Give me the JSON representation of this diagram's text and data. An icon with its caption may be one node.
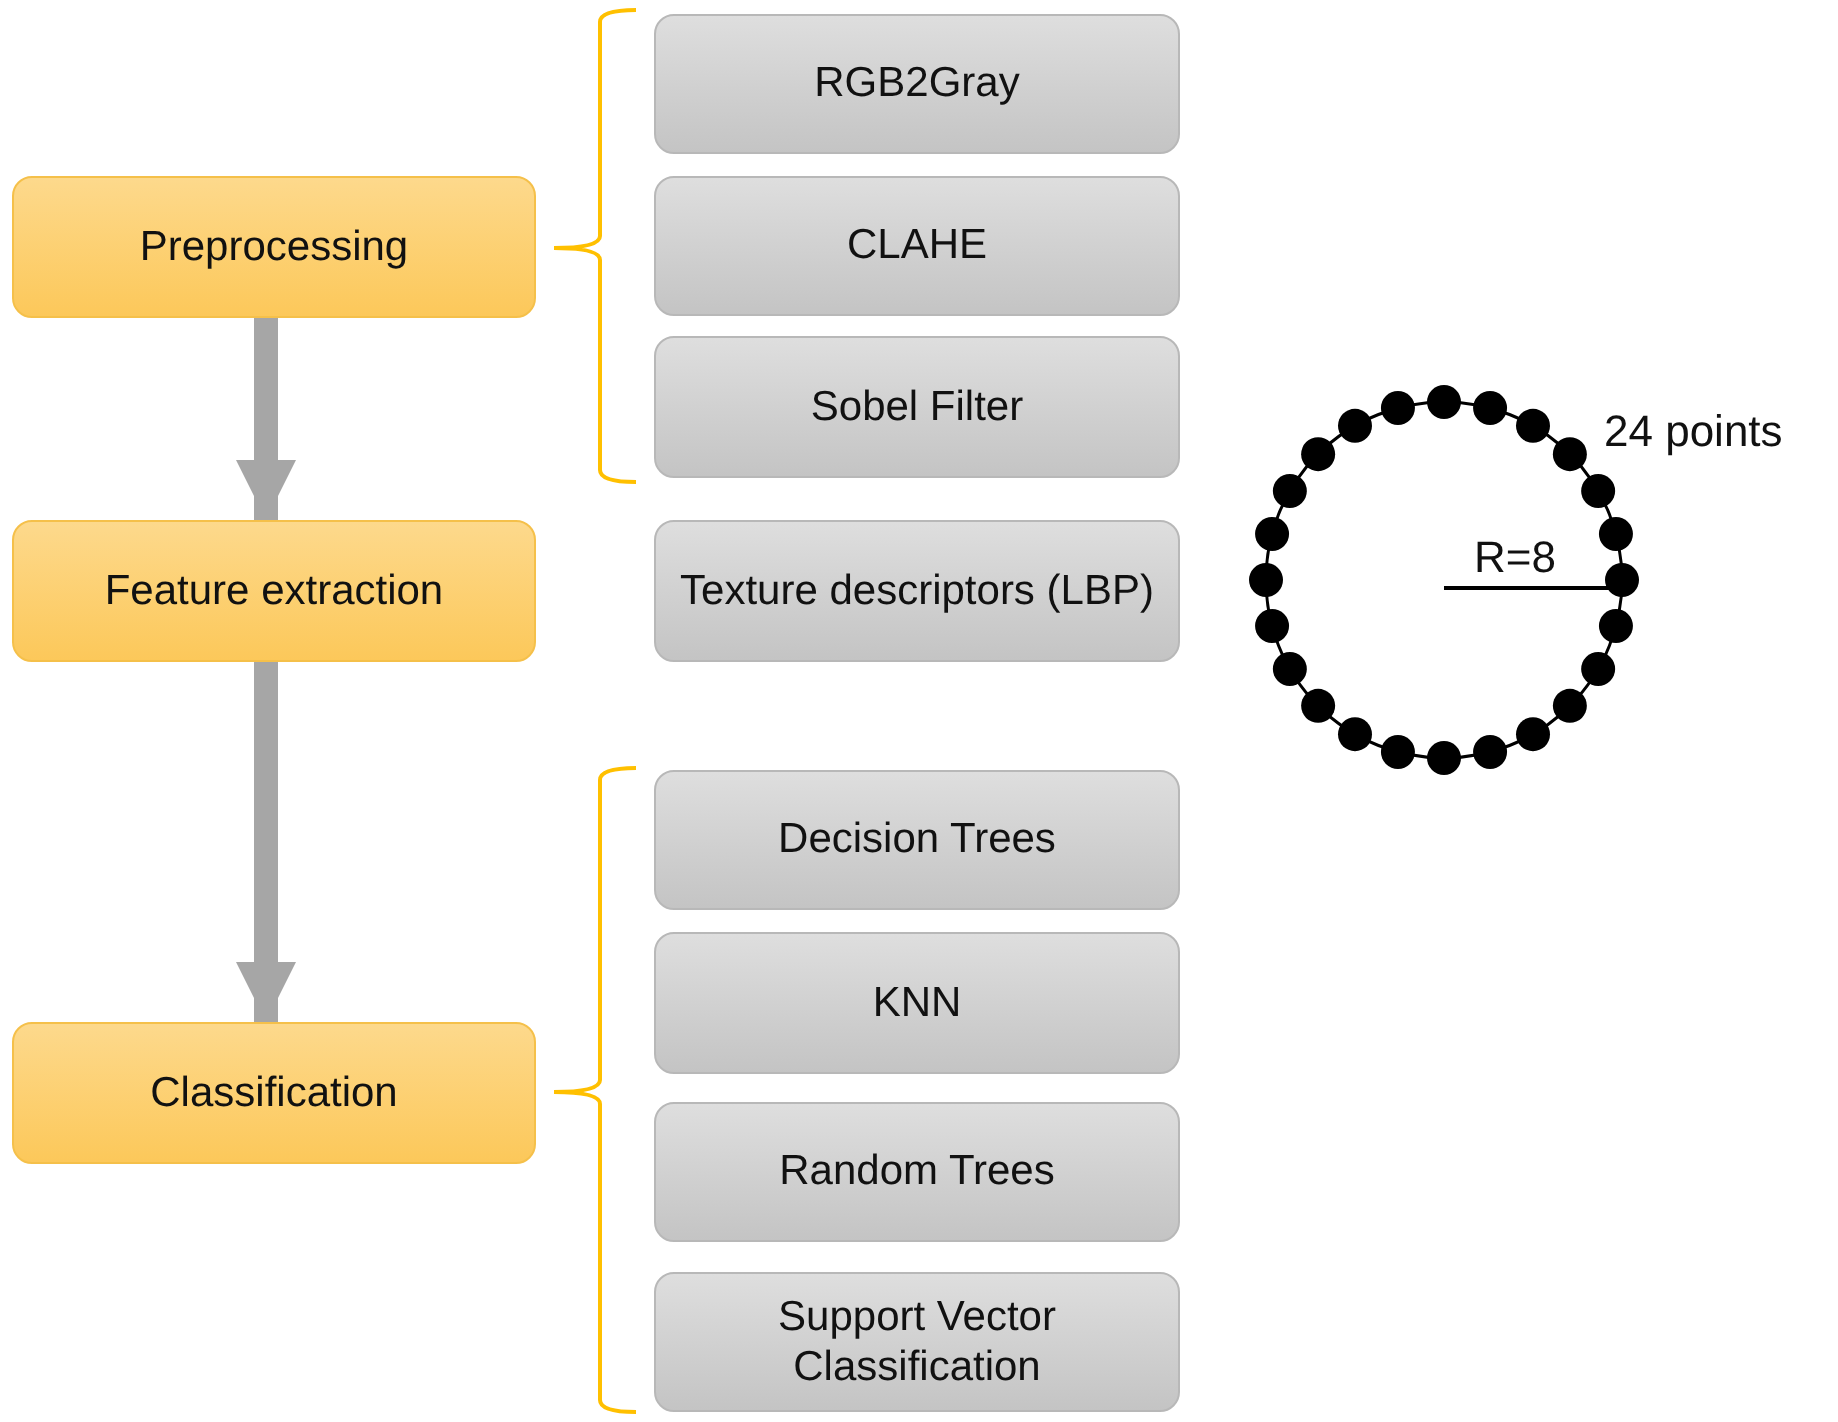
{
  "diagram": {
    "nodes": [
      {
        "text": [
          "Preprocessing"
        ]
      },
      {
        "text": [
          "RGB2Gray"
        ]
      },
      {
        "text": [
          "CLAHE"
        ]
      },
      {
        "text": [
          "Sobel Filter"
        ]
      },
      {
        "text": [
          "Feature extraction"
        ]
      },
      {
        "text": [
          "Texture descriptors (LBP)"
        ]
      },
      {
        "text": [
          "Classification"
        ]
      },
      {
        "text": [
          "Decision Trees"
        ]
      },
      {
        "text": [
          "KNN"
        ]
      },
      {
        "text": [
          "Random Trees"
        ]
      },
      {
        "text": [
          "Support Vector Classification"
        ]
      }
    ],
    "edges": [
      {
        "from": 0,
        "to": 4,
        "arrow": "to"
      },
      {
        "from": 4,
        "to": 6,
        "arrow": "to"
      }
    ],
    "labels": [
      "24 points",
      "R=8"
    ]
  }
}
